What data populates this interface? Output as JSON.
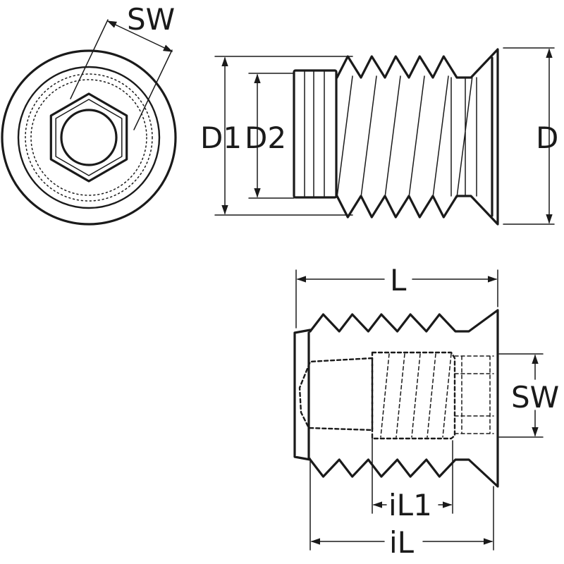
{
  "labels": {
    "sw_top": "SW",
    "d1": "D1",
    "d2": "D2",
    "d": "D",
    "l": "L",
    "sw_side": "SW",
    "il1": "iL1",
    "il": "iL"
  },
  "colors": {
    "line": "#1a1a1a",
    "background": "#ffffff"
  }
}
